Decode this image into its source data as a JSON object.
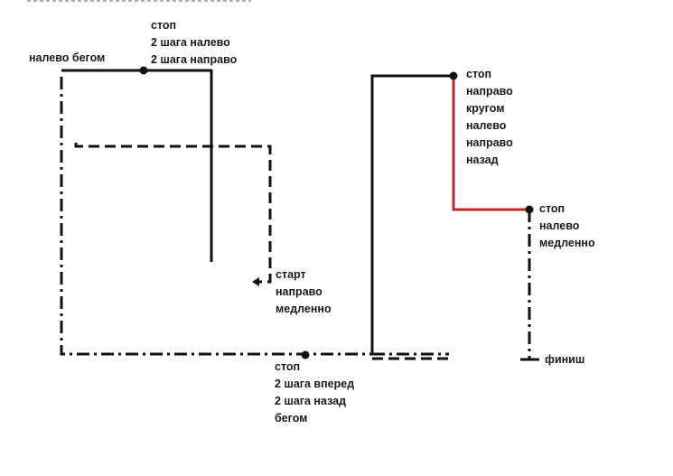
{
  "labels": {
    "start": [
      "старт",
      "направо",
      "медленно"
    ],
    "stop_top": [
      "стоп",
      "2 шага налево",
      "2 шага направо"
    ],
    "left_run": [
      "налево бегом"
    ],
    "stop_bottom": [
      "стоп",
      "2 шага вперед",
      "2 шага назад",
      "бегом"
    ],
    "stop_right_top": [
      "стоп",
      "направо",
      "кругом",
      "налево",
      "направо",
      "назад"
    ],
    "stop_right_mid": [
      "стоп",
      "налево",
      "медленно"
    ],
    "finish": [
      "финиш"
    ]
  },
  "colors": {
    "path": "#111111",
    "highlight": "#c0282d",
    "text": "#1a1a1a",
    "background": "#ffffff"
  }
}
